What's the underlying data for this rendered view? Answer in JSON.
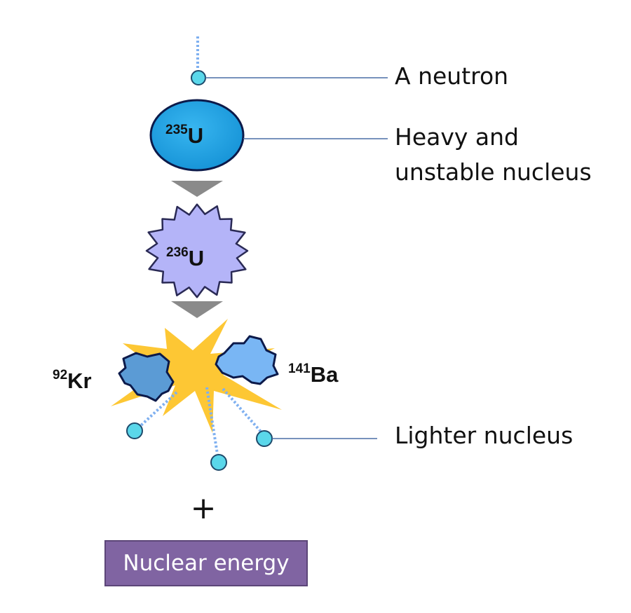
{
  "labels": {
    "neutron": "A neutron",
    "heavy_line1": "Heavy and",
    "heavy_line2": "unstable nucleus",
    "lighter": "Lighter nucleus"
  },
  "isotopes": {
    "u235": {
      "mass": "235",
      "symbol": "U"
    },
    "u236": {
      "mass": "236",
      "symbol": "U"
    },
    "kr": {
      "mass": "92",
      "symbol": "Kr"
    },
    "ba": {
      "mass": "141",
      "symbol": "Ba"
    }
  },
  "plus_sign": "+",
  "energy": "Nuclear energy",
  "colors": {
    "neutron": "#5ad7ea",
    "u235": "#1ba1e2",
    "u236": "#b4b4f8",
    "flash": "#fdc734",
    "kr": "#5b9bd5",
    "ba": "#79b6f4",
    "arrow": "#8a8a8a",
    "leader": "#4a6fa5",
    "energy_box": "#8064a2"
  }
}
